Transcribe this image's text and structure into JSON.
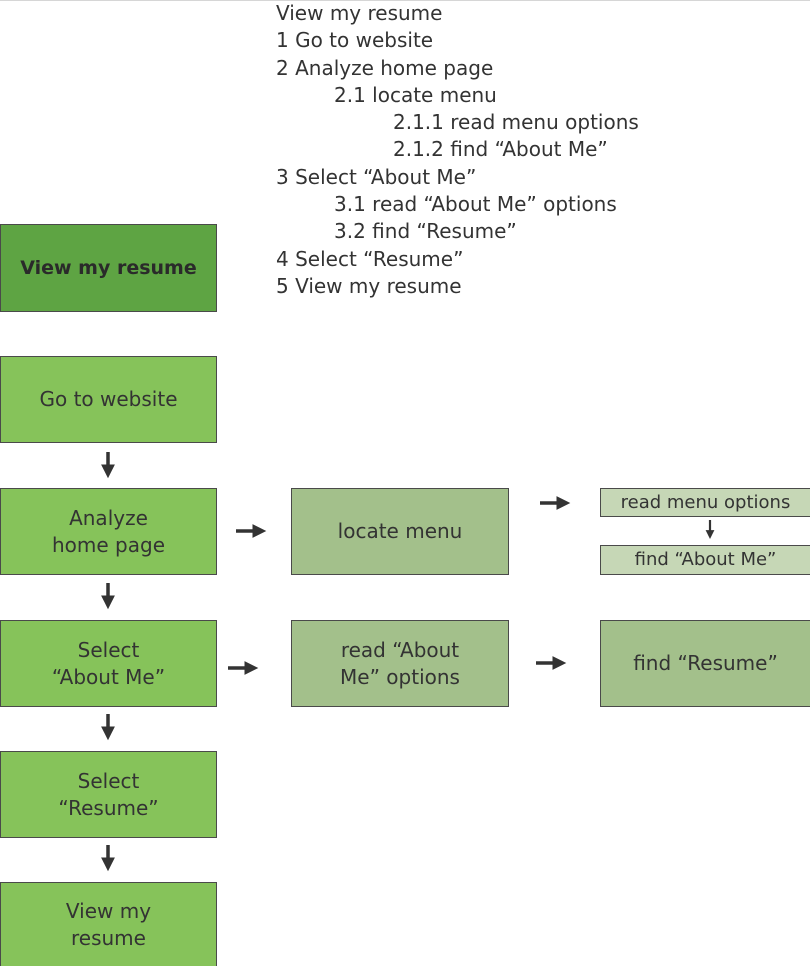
{
  "outline": [
    {
      "text": "View my resume",
      "level": 0
    },
    {
      "text": "1 Go to website",
      "level": 0
    },
    {
      "text": "2 Analyze home page",
      "level": 0
    },
    {
      "text": "2.1 locate menu",
      "level": 1
    },
    {
      "text": "2.1.1 read menu options",
      "level": 2
    },
    {
      "text": "2.1.2  find “About Me”",
      "level": 2
    },
    {
      "text": "3 Select “About Me”",
      "level": 0
    },
    {
      "text": "3.1 read “About Me” options",
      "level": 1
    },
    {
      "text": "3.2 find “Resume”",
      "level": 1
    },
    {
      "text": "4 Select “Resume”",
      "level": 0
    },
    {
      "text": "5 View my resume",
      "level": 0
    }
  ],
  "flowchart": {
    "root": "View my resume",
    "steps": {
      "go_to_website": "Go to website",
      "analyze_home_page": "Analyze\nhome page",
      "select_about_me": "Select\n“About Me”",
      "select_resume": "Select\n“Resume”",
      "view_my_resume": "View my\nresume"
    },
    "substeps": {
      "locate_menu": "locate menu",
      "read_about_me_options": "read “About\nMe” options",
      "find_resume": "find “Resume”"
    },
    "leaves": {
      "read_menu_options": "read menu options",
      "find_about_me": "find “About Me”"
    }
  },
  "colors": {
    "root_fill": "#5ea443",
    "step_fill": "#86c35a",
    "substep_fill": "#a3c08b",
    "leaf_fill": "#c6d7b6",
    "arrow": "#333333"
  }
}
